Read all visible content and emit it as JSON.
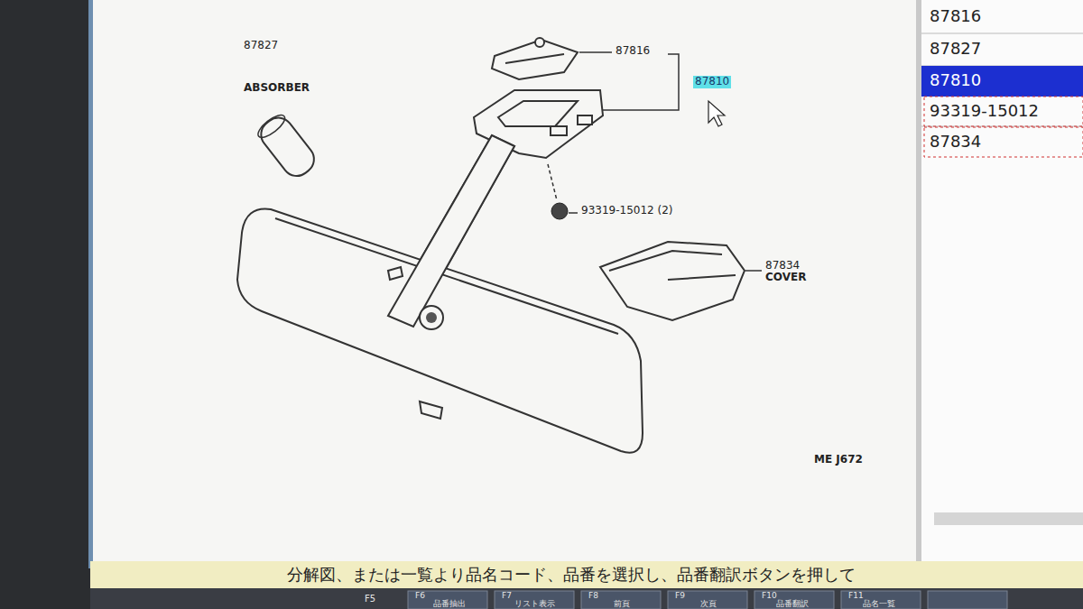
{
  "diagram": {
    "labels": [
      "87827",
      "ABSORBER",
      "87816",
      "87810",
      "93319-15012 (2)",
      "87834",
      "COVER",
      "ME J672",
      "87816",
      "87827",
      "87810",
      "93319-15012",
      "87834",
      "分解図、または一覧より品名コード、品番を選択し、品番翻訳ボタンを押して",
      "F5",
      "F6",
      "品番抽出",
      "F7",
      "リスト表示",
      "F8",
      "前頁",
      "F9",
      "次頁",
      "F10",
      "品番翻訳",
      "F11",
      "品名一覧"
    ]
  }
}
